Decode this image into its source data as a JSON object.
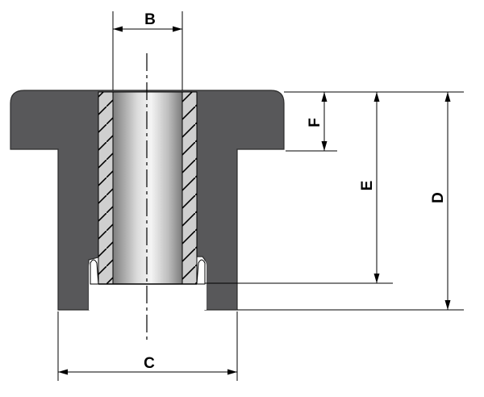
{
  "dimensions": {
    "b": "B",
    "c": "C",
    "d": "D",
    "e": "E",
    "f": "F"
  },
  "colors": {
    "body": "#58585a",
    "body_outline": "#2b2b2b",
    "sleeve_light": "#f2f2f2",
    "sleeve_dark": "#8e8e8e",
    "wall": "#c9c9c9",
    "line": "#000000"
  }
}
